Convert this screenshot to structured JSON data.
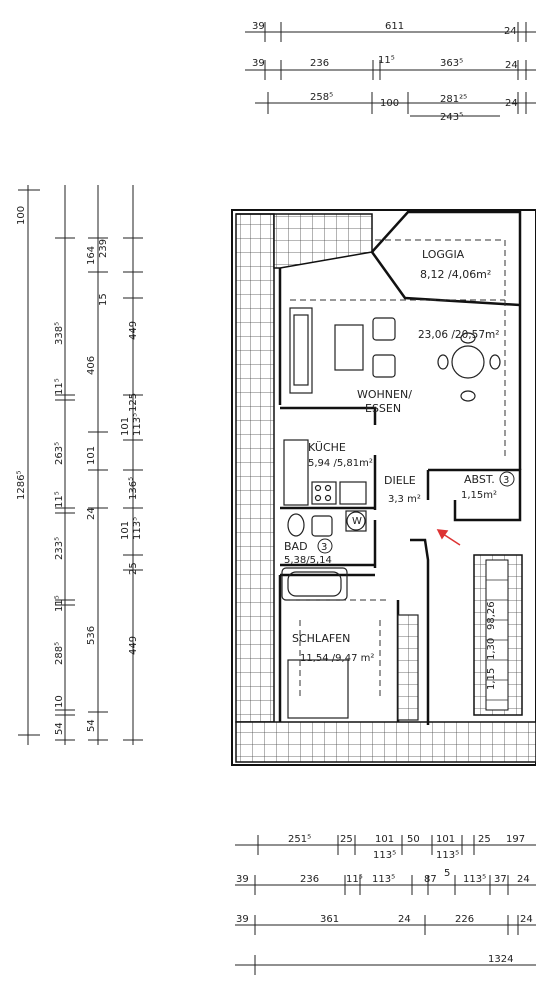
{
  "rooms": {
    "loggia": {
      "name": "LOGGIA",
      "area": "8,12 /4,06m²"
    },
    "wohnen": {
      "area": "23,06 /20,57m²",
      "name_line1": "WOHNEN/",
      "name_line2": "ESSEN"
    },
    "kueche": {
      "name": "KÜCHE",
      "area": "5,94 /5,81m²"
    },
    "diele": {
      "name": "DIELE",
      "area": "3,3 m²"
    },
    "abst": {
      "name": "ABST.",
      "area": "1,15m²",
      "badge": "3"
    },
    "bad": {
      "name": "BAD",
      "badge": "3",
      "area": "5,38/5,14"
    },
    "schlafen": {
      "name": "SCHLAFEN",
      "area": "11,54 /9,47 m²"
    },
    "wm": "W"
  },
  "dims_top": {
    "row1": [
      "39",
      "611",
      "24"
    ],
    "row2": [
      "39",
      "236",
      "11⁵",
      "363⁵",
      "24"
    ],
    "row3": [
      "258⁵",
      "100",
      "281²⁵",
      "243⁵",
      "24"
    ]
  },
  "dims_left": {
    "total": "1286⁵",
    "col_a": [
      "100",
      "338⁵",
      "11⁵",
      "263⁵",
      "11⁵",
      "233⁵",
      "11⁵",
      "288⁵",
      "10",
      "54"
    ],
    "col_b": [
      "164",
      "406",
      "101",
      "24",
      "536",
      "54"
    ],
    "col_c": [
      "239",
      "15",
      "449",
      "125",
      "101",
      "113⁵",
      "136⁵",
      "101",
      "113⁵",
      "25",
      "449"
    ]
  },
  "dims_bottom": {
    "row1": [
      "251⁵",
      "25",
      "101",
      "113⁵",
      "50",
      "101",
      "113⁵",
      "25",
      "197"
    ],
    "row2": [
      "39",
      "236",
      "11⁵",
      "113⁵",
      "87",
      "5",
      "113⁵",
      "37",
      "24"
    ],
    "row3": [
      "39",
      "361",
      "24",
      "226",
      "24"
    ],
    "row4": [
      "1324"
    ]
  },
  "stair_labels": [
    "1,15",
    "1,30",
    "98,26"
  ]
}
